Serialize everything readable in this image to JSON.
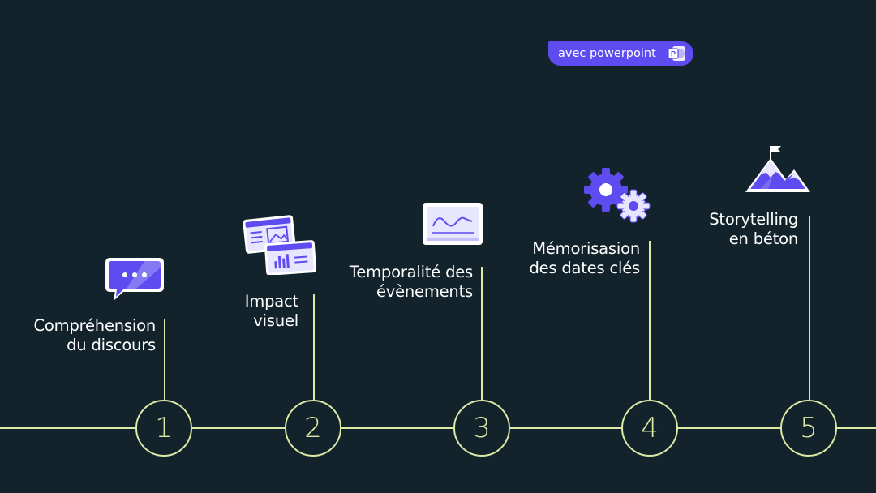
{
  "badge": {
    "label": "avec powerpoint",
    "icon": "powerpoint-icon",
    "color": "#5e4cf0"
  },
  "colors": {
    "background": "#13232b",
    "line": "#dce9a7",
    "accent": "#5e4cf0",
    "text": "#ffffff"
  },
  "steps": [
    {
      "number": "1",
      "label_line1": "Compréhension",
      "label_line2": "du discours",
      "icon": "speech-bubble-icon"
    },
    {
      "number": "2",
      "label_line1": "Impact",
      "label_line2": "visuel",
      "icon": "dashboard-windows-icon"
    },
    {
      "number": "3",
      "label_line1": "Temporalité des",
      "label_line2": "évènements",
      "icon": "line-chart-screen-icon"
    },
    {
      "number": "4",
      "label_line1": "Mémorisasion",
      "label_line2": "des dates clés",
      "icon": "gears-icon"
    },
    {
      "number": "5",
      "label_line1": "Storytelling",
      "label_line2": "en béton",
      "icon": "mountain-flag-icon"
    }
  ]
}
